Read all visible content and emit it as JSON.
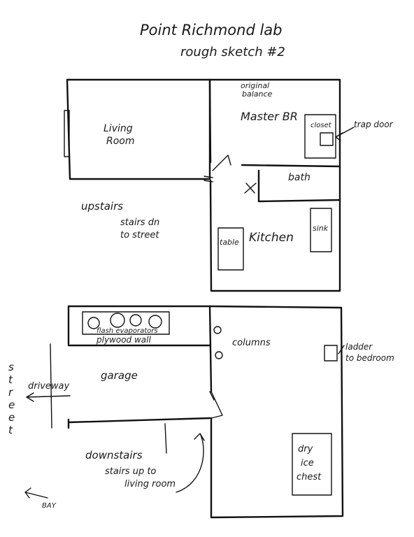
{
  "title": "Point Richmond lab",
  "subtitle": "rough sketch #2",
  "upstairs": {
    "level_label": "upstairs",
    "stairs_note_1": "stairs dn",
    "stairs_note_2": "to street",
    "rooms": {
      "living_room_1": "Living",
      "living_room_2": "Room",
      "master_br": "Master BR",
      "closet": "closet",
      "bath": "bath",
      "kitchen": "Kitchen",
      "table": "table",
      "sink": "sink"
    },
    "annotations": {
      "balance_1": "original",
      "balance_2": "balance",
      "trap_door": "trap door"
    }
  },
  "downstairs": {
    "level_label": "downstairs",
    "stairs_note_1": "stairs up to",
    "stairs_note_2": "living room",
    "rooms": {
      "garage": "garage",
      "driveway": "driveway",
      "flash_evaporators": "flash evaporators",
      "plywood_wall": "plywood wall",
      "columns": "columns",
      "ladder_1": "ladder",
      "ladder_2": "to bedroom",
      "dry_1": "dry",
      "dry_2": "ice",
      "dry_3": "chest"
    },
    "street_letters": [
      "s",
      "t",
      "r",
      "e",
      "e",
      "t"
    ],
    "bay": "BAY"
  }
}
